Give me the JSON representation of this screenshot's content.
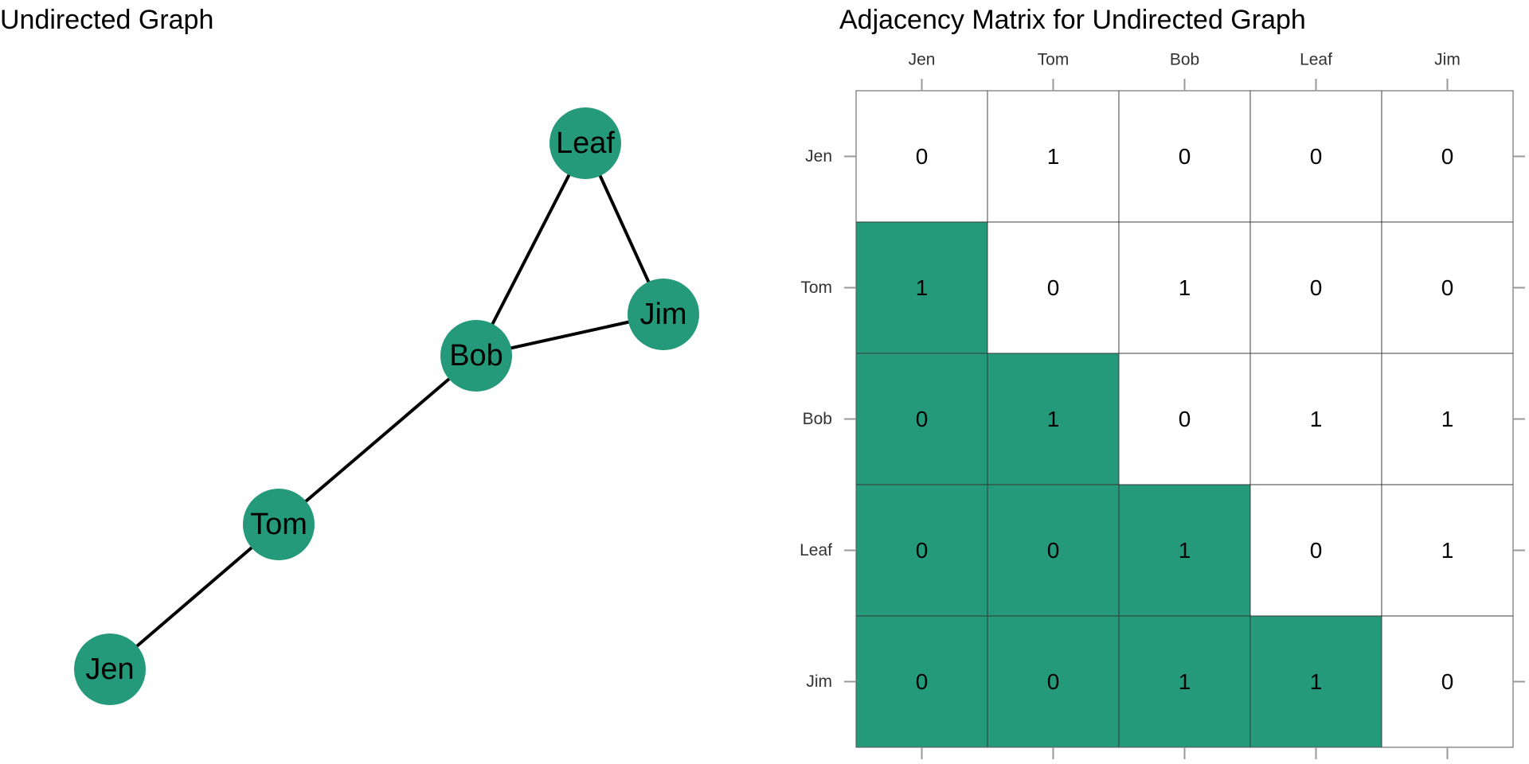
{
  "graph": {
    "title": "Undirected Graph",
    "node_color": "#259A7B",
    "nodes": [
      "Leaf",
      "Jim",
      "Bob",
      "Tom",
      "Jen"
    ],
    "edges": [
      [
        "Leaf",
        "Bob"
      ],
      [
        "Leaf",
        "Jim"
      ],
      [
        "Bob",
        "Jim"
      ],
      [
        "Bob",
        "Tom"
      ],
      [
        "Tom",
        "Jen"
      ]
    ]
  },
  "matrix": {
    "title": "Adjacency Matrix for Undirected Graph",
    "fill_color": "#259A7B",
    "labels": [
      "Jen",
      "Tom",
      "Bob",
      "Leaf",
      "Jim"
    ],
    "values": [
      [
        0,
        1,
        0,
        0,
        0
      ],
      [
        1,
        0,
        1,
        0,
        0
      ],
      [
        0,
        1,
        0,
        1,
        1
      ],
      [
        0,
        0,
        1,
        0,
        1
      ],
      [
        0,
        0,
        1,
        1,
        0
      ]
    ]
  }
}
